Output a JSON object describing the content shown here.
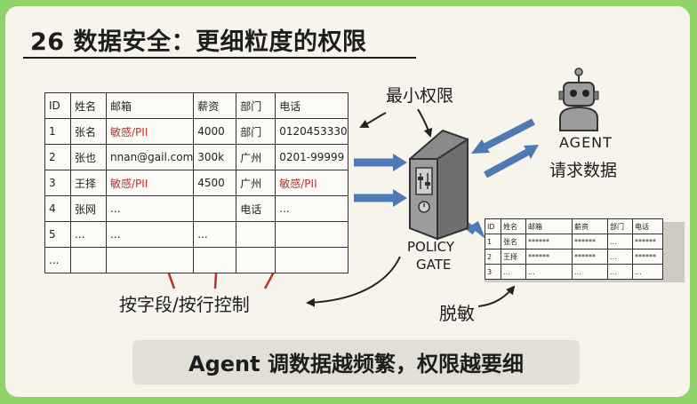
{
  "slide": {
    "title": "26 数据安全：更细粒度的权限",
    "footer": "Agent 调数据越频繁，权限越要细"
  },
  "labels": {
    "least_privilege": "最小权限",
    "agent": "AGENT",
    "request_data": "请求数据",
    "policy": "POLICY",
    "gate": "GATE",
    "field_row_control": "按字段/按行控制",
    "desensitize": "脱敏"
  },
  "main_table": {
    "headers": [
      "ID",
      "姓名",
      "邮箱",
      "薪资",
      "部门",
      "电话"
    ],
    "rows": [
      [
        "1",
        "张名",
        "敏感/PII",
        "4000",
        "部门",
        "0120453330"
      ],
      [
        "2",
        "张也",
        "nnan@gail.com",
        "300k",
        "广州",
        "0201-99999"
      ],
      [
        "3",
        "王择",
        "敏感/PII",
        "4500",
        "广州",
        "敏感/PII"
      ],
      [
        "4",
        "张网",
        "...",
        "",
        "电话",
        "..."
      ],
      [
        "5",
        "...",
        "...",
        "...",
        "",
        ""
      ],
      [
        "...",
        "",
        "",
        "",
        "",
        ""
      ]
    ]
  },
  "mini_table": {
    "headers": [
      "ID",
      "姓名",
      "邮箱",
      "薪资",
      "部门",
      "电话"
    ],
    "rows": [
      [
        "1",
        "张名",
        "******",
        "******",
        "...",
        "******"
      ],
      [
        "2",
        "王择",
        "******",
        "******",
        "...",
        "******"
      ],
      [
        "3",
        "...",
        "...",
        "...",
        "...",
        "..."
      ]
    ]
  },
  "colors": {
    "background": "#8fd36a",
    "card": "#f7f4ec",
    "sensitive": "#b8342a",
    "arrow_blue": "#4f79b4"
  }
}
